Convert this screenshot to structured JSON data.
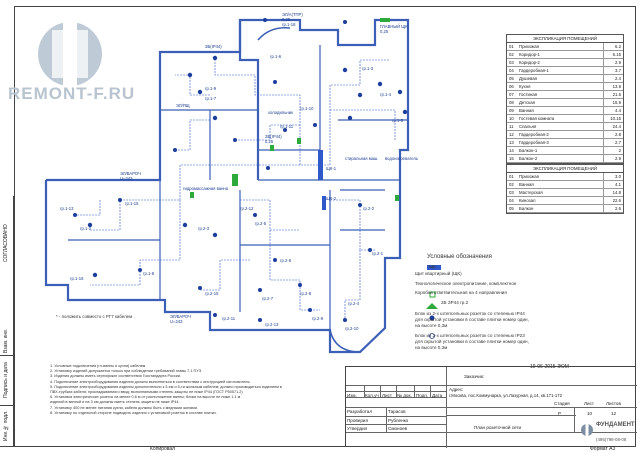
{
  "logo": {
    "text": "REMONT-F.RU"
  },
  "side_strip": [
    "СОГЛАСОВАНО",
    "Взам. инв.№",
    "Подпись и дата",
    "Инв.№ подл."
  ],
  "explication_1": {
    "title": "ЭКСПЛИКАЦИЯ ПОМЕЩЕНИЙ",
    "rows": [
      [
        "01",
        "Прихожая",
        "6.2"
      ],
      [
        "02",
        "Коридор-1",
        "6.15"
      ],
      [
        "03",
        "Коридор-2",
        "2.9"
      ],
      [
        "04",
        "Гардеробная-1",
        "3.7"
      ],
      [
        "05",
        "Душевая",
        "2.4"
      ],
      [
        "06",
        "Кухня",
        "13.9"
      ],
      [
        "07",
        "Гостиная",
        "21.5"
      ],
      [
        "08",
        "Детская",
        "15.9"
      ],
      [
        "09",
        "Ванная",
        "4.4"
      ],
      [
        "10",
        "Гостевая комната",
        "10.15"
      ],
      [
        "11",
        "Спальня",
        "24.4"
      ],
      [
        "12",
        "Гардеробная-2",
        "2.8"
      ],
      [
        "13",
        "Гардеробная-3",
        "2.7"
      ],
      [
        "14",
        "Балкон-1",
        "2"
      ],
      [
        "15",
        "Балкон-2",
        "2.9"
      ]
    ]
  },
  "explication_2": {
    "title": "ЭКСПЛИКАЦИЯ ПОМЕЩЕНИЙ",
    "rows": [
      [
        "01",
        "Прихожая",
        "3.0"
      ],
      [
        "02",
        "Ванная",
        "4.1"
      ],
      [
        "03",
        "Мастерская",
        "14.8"
      ],
      [
        "04",
        "Кинозал",
        "22.6"
      ],
      [
        "05",
        "Балкон",
        "2.6"
      ]
    ]
  },
  "legend": {
    "title": "Условные обозначения",
    "items": [
      "ЩК",
      "Щит квартирный (ЩК)",
      "Технологическое электропитание, комплектное",
      "Коробка ответвительная на 4 направления",
      "2Б ЗР44 гр.2",
      "Блок из 2-х штепсельных розеток со степенью IP44",
      "для скрытой установки в составе плитки номер один,",
      "на высоте 0,3м",
      "Блок из 2-х штепсельных розеток со степенью IP23",
      "для скрытой установки в составе плитки номер один,",
      "на высоте 0,3м"
    ]
  },
  "plan_labels": [
    "ЭЛ/А(ТПР)",
    "0,25",
    "гр.1-18",
    "ЗБ(IP44)",
    "гр.1-6",
    "гр.1-9",
    "гр.1-7",
    "ЭЛ/ЯЩ",
    "ГЛАВНЫЙ ЩК",
    "0,25",
    "гр.1-3",
    "гр.1-4",
    "гр.1-5",
    "ЗБ(IP44)",
    "0,25",
    "гр.1-11",
    "гр.1-10",
    "ЩК-1",
    "ЩК-2",
    "стиральная маш.",
    "водонагреватель",
    "холодильник",
    "ЭЛ/ВАРОЧ",
    "U=243",
    "гидромассажная ванна",
    "гр.2-3",
    "гр.2-5",
    "гр.2-6",
    "гр.2-7",
    "гр.2-8",
    "гр.2-9",
    "гр.2-10",
    "гр.1-2",
    "гр.1-13",
    "гр.1-15",
    "гр.1-16",
    "гр.1-8",
    "ЭЛ/ВАРОЧ",
    "U=243",
    "гр.2-11",
    "гр.2-13",
    "гр.2-15",
    "гр.2-2",
    "гр.2-1",
    "гр.2-4",
    "гр.2-12"
  ],
  "plan_note": "* - положить совместо с РГ7 кабелем",
  "notes": [
    "1. Условные подключения (гл-ванны и кухни) кабелем",
    "2. Установку изделий допускается только при соблюдении требований главы 7.1 ПУЭ",
    "3. Изделия должны иметь сертификат соответствия Госстандарта России.",
    "4. Подключение электрооборудования изделия должно выполняться в соответствии с инструкцией изготовителя.",
    "5. Подключение электрооборудования изделия дополнительно к 3-ем и 5-ти жильным кабелем; должно производиться изделием в",
    "   ПВХ-трубках кабеля; прокладываемого ввод; выполняемыми степень защиты не ниже IP44 (ГОСТ Р50571.2)",
    "6. Установка электрических розеток на менее 0,6 м от расположение ванны; блоки на высоте не ниже 1,1 м",
    "   изделий в ванной и на 3 ом должны иметь степень защиты не ниже IP44.",
    "7. Установку 400 не менее питания кухни, кабеля должны быть с медными жилами.",
    "8. Установку по отдельной стороне подводить изделия с установкой розеток в составе плитки."
  ],
  "date": "19-06-2015-ЭОМ",
  "stamp": {
    "header_cells": [
      "Изм.",
      "Кол.уч",
      "Лист",
      "№ док.",
      "Подп.",
      "Дата"
    ],
    "zakazchik_label": "Заказчик:",
    "address_label": "Адрес:",
    "address": "г.Москва, пос.Коммунарка, ул.Лазурная, д.14, кв.171-172",
    "roles": [
      [
        "Разработал",
        "Тарасов"
      ],
      [
        "Проверил",
        "Рубленко"
      ],
      [
        "Утвердил",
        "Смоноев"
      ]
    ],
    "stadia_label": "Стадия",
    "list_label": "Лист",
    "listov_label": "Листов",
    "stadia": "Р",
    "list": "10",
    "listov": "12",
    "sheet_title": "План розеточной сети",
    "company": "ФУНДАМЕНТ",
    "phone": "(495)798-08-08",
    "kopiroval": "Копировал",
    "format": "Формат А3"
  },
  "colors": {
    "wall": "#3b5fb7",
    "cable": "#2f58c9",
    "socket": "#1b3f9c",
    "box": "#2eaa3a"
  }
}
